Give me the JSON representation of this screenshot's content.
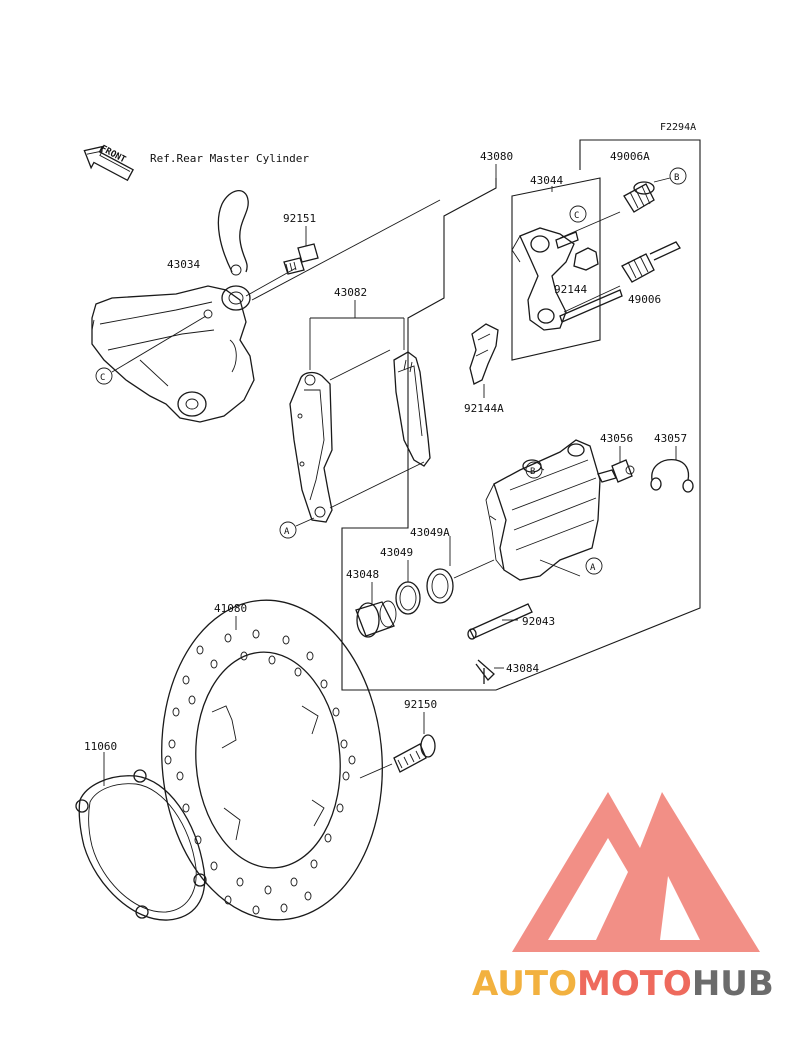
{
  "figure_code": "F2294A",
  "front_label": "FRONT",
  "ref_note": "Ref.Rear Master Cylinder",
  "parts": {
    "p43080": "43080",
    "p49006A": "49006A",
    "p43044": "43044",
    "p92151": "92151",
    "p43034": "43034",
    "p43082": "43082",
    "p92144": "92144",
    "p49006": "49006",
    "p92144A": "92144A",
    "p43056": "43056",
    "p43057": "43057",
    "p43049A": "43049A",
    "p43049": "43049",
    "p43048": "43048",
    "p92043": "92043",
    "p43084": "43084",
    "p41080": "41080",
    "p92150": "92150",
    "p11060": "11060"
  },
  "callouts": {
    "a": "A",
    "b": "B",
    "c": "C"
  },
  "watermark": {
    "part1": "AUTO",
    "part2": "MOTO",
    "part3": "HUB",
    "color1": "#f2b13f",
    "color2": "#ee6a5d",
    "color3": "#6b6b6b",
    "triangle_color": "#ee6a5d"
  }
}
